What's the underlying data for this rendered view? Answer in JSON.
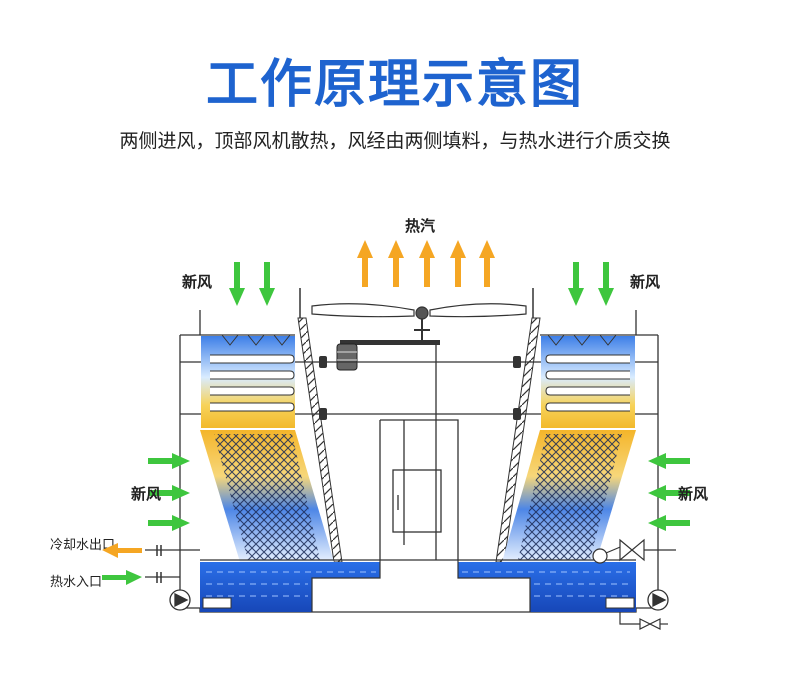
{
  "header": {
    "title": "工作原理示意图",
    "subtitle": "两侧进风，顶部风机散热，风经由两侧填料，与热水进行介质交换"
  },
  "labels": {
    "hot_steam": "热汽",
    "fresh_air_top_left": "新风",
    "fresh_air_top_right": "新风",
    "fresh_air_mid_left": "新风",
    "fresh_air_mid_right": "新风",
    "cooling_water_outlet": "冷却水出口",
    "hot_water_inlet": "热水入口"
  },
  "colors": {
    "title_blue": "#1e63cf",
    "arrow_green": "#3ec63e",
    "arrow_orange": "#f5a623",
    "water_blue": "#1f5fe0",
    "fill_blue": "#2f74e6",
    "fill_yellow": "#f5c53a",
    "line_dark": "#333333"
  }
}
